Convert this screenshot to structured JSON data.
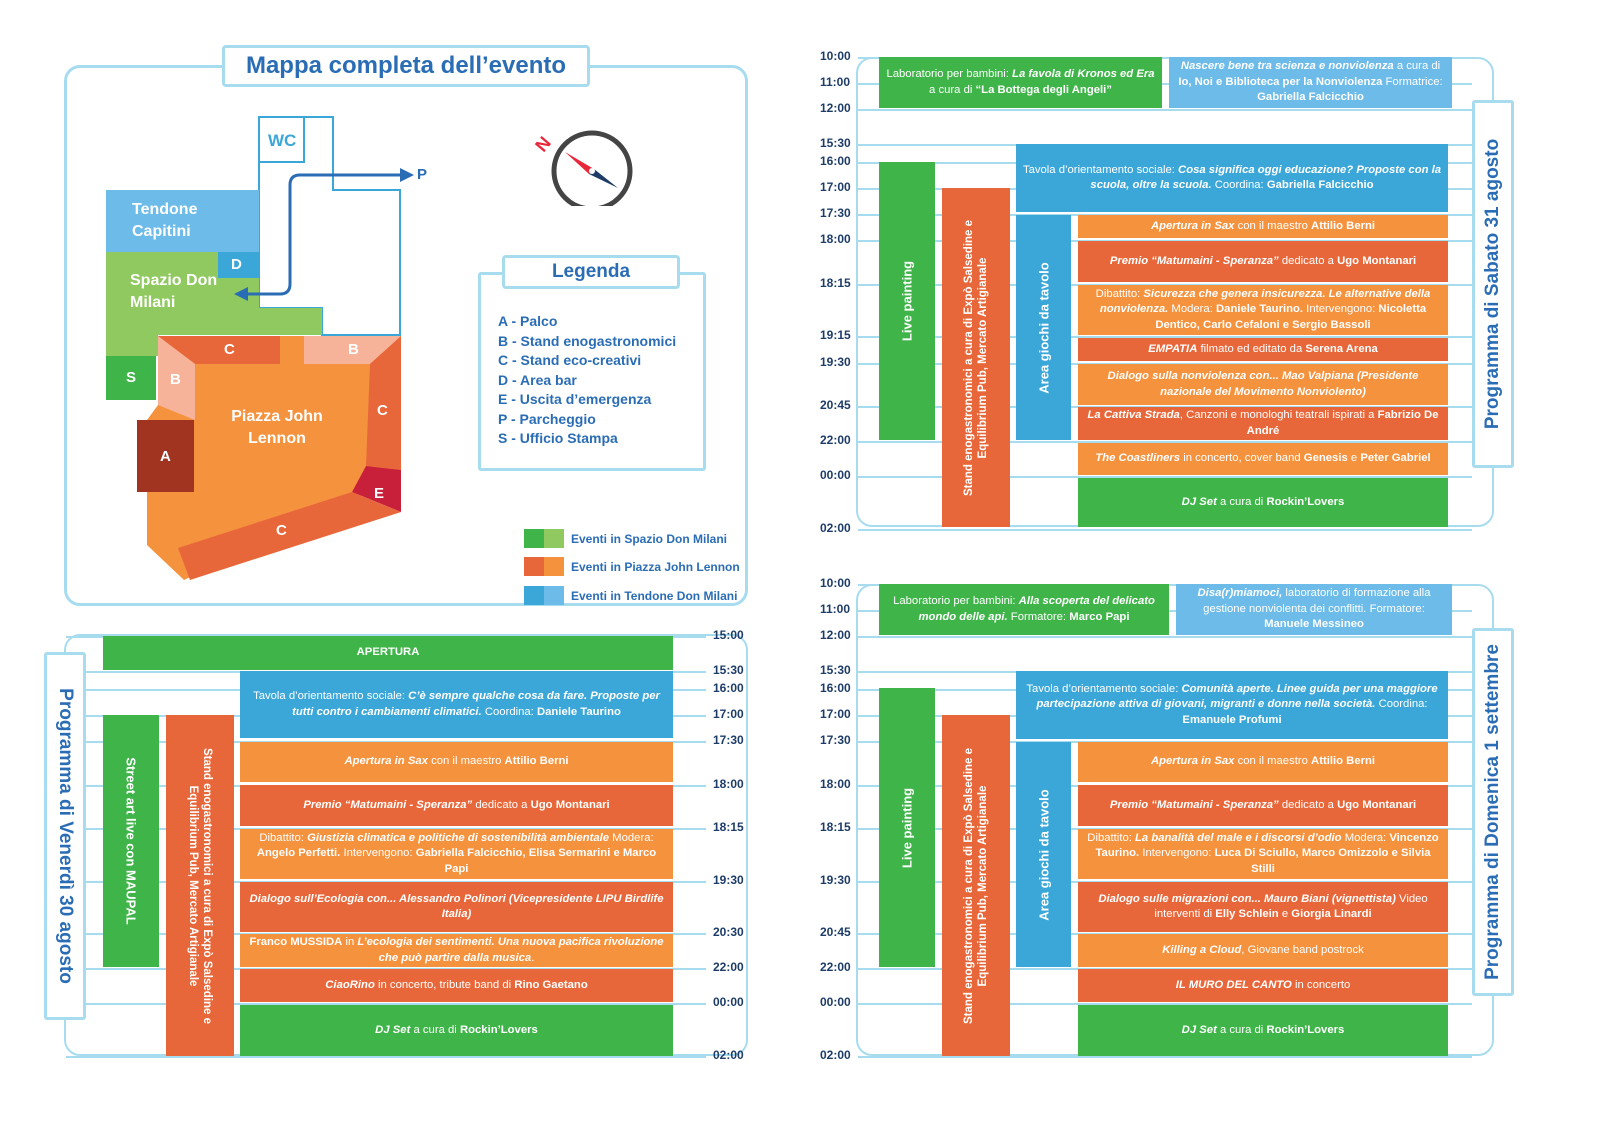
{
  "map": {
    "title": "Mappa completa dell’evento",
    "areas": {
      "tendone": "Tendone Capitini",
      "spazio": "Spazio Don Milani",
      "piazza": "Piazza John Lennon",
      "wc": "WC",
      "p": "P",
      "d": "D",
      "s": "S",
      "a": "A",
      "b": "B",
      "c": "C",
      "e": "E"
    },
    "compass": "N",
    "legend_title": "Legenda",
    "legend": [
      "A  - Palco",
      "B  - Stand enogastronomici",
      "C  - Stand eco-creativi",
      "D  - Area bar",
      "E  - Uscita d’emergenza",
      "P  - Parcheggio",
      "S  - Ufficio Stampa"
    ],
    "key": [
      "Eventi in Spazio Don Milani",
      "Eventi in Piazza John Lennon",
      "Eventi in Tendone Don Milani"
    ],
    "colors": {
      "green": "#3fb549",
      "orange": "#f5923e",
      "red": "#e8673a",
      "blue": "#3ba7d9",
      "lightblue": "#6dbbe9",
      "darkred": "#a03420",
      "crimson": "#c8203b",
      "title": "#2b6db5",
      "line": "#a7dcef"
    }
  },
  "venerdi": {
    "title": "Programma di Venerdì 30 agosto",
    "times": [
      "15:00",
      "15:30",
      "16:00",
      "17:00",
      "17:30",
      "18:00",
      "18:15",
      "19:30",
      "20:30",
      "22:00",
      "00:00",
      "02:00"
    ],
    "street_art": "Street art live con MAUPAL",
    "stand": "Stand enogastronomici a cura di Expò Salsedine e Equilibrium Pub, Mercato Artigianale",
    "apertura": "APERTURA",
    "tavola": {
      "a": "Tavola d’orientamento sociale: ",
      "b": "C’è sempre qualche cosa da fare. Proposte per tutti contro i cambiamenti climatici.",
      "c": " Coordina: ",
      "d": "Daniele Taurino"
    },
    "sax": {
      "a": "Apertura in Sax",
      "b": " con il maestro ",
      "c": "Attilio Berni"
    },
    "premio": {
      "a": "Premio “Matumaini - Speranza”",
      "b": " dedicato a ",
      "c": "Ugo Montanari"
    },
    "dibattito": {
      "a": "Dibattito: ",
      "b": "Giustizia climatica e politiche di sostenibilità ambientale",
      "c": " Modera: ",
      "d": "Angelo Perfetti.",
      "e": " Intervengono: ",
      "f": "Gabriella Falcicchio, Elisa Sermarini e Marco Papi"
    },
    "dialogo": {
      "a": "Dialogo sull’Ecologia con... Alessandro Polinori (Vicepresidente LIPU Birdlife Italia)"
    },
    "mussida": {
      "a": "Franco MUSSIDA",
      "b": " in ",
      "c": "L’ecologia dei sentimenti. Una nuova pacifica rivoluzione che può partire dalla musica",
      "d": "."
    },
    "ciao": {
      "a": "CiaoRino",
      "b": " in concerto, tribute band di ",
      "c": "Rino Gaetano"
    },
    "dj": {
      "a": "DJ Set",
      "b": " a cura di ",
      "c": "Rockin’Lovers"
    }
  },
  "sabato": {
    "title": "Programma di Sabato 31 agosto",
    "times": [
      "10:00",
      "11:00",
      "12:00",
      "15:30",
      "16:00",
      "17:00",
      "17:30",
      "18:00",
      "18:15",
      "19:15",
      "19:30",
      "20:45",
      "22:00",
      "00:00",
      "02:00"
    ],
    "lab": {
      "a": "Laboratorio per bambini: ",
      "b": "La favola di Kronos ed Era",
      "c": " a cura di ",
      "d": "“La Bottega degli Angeli”"
    },
    "nascere": {
      "a": "Nascere bene tra scienza e nonviolenza",
      "b": " a cura di ",
      "c": "Io, Noi e Biblioteca per la Nonviolenza",
      "d": " Formatrice: ",
      "e": "Gabriella Falcicchio"
    },
    "live": "Live painting",
    "stand": "Stand enogastronomici a cura di Expò Salsedine e Equilibrium Pub, Mercato Artigianale",
    "giochi": "Area giochi da tavolo",
    "tavola": {
      "a": "Tavola d’orientamento sociale: ",
      "b": "Cosa significa oggi educazione? Proposte con la scuola, oltre la scuola.",
      "c": " Coordina: ",
      "d": "Gabriella Falcicchio"
    },
    "sax": {
      "a": "Apertura in Sax",
      "b": " con il maestro ",
      "c": "Attilio Berni"
    },
    "premio": {
      "a": "Premio “Matumaini - Speranza”",
      "b": " dedicato a ",
      "c": "Ugo Montanari"
    },
    "dibattito": {
      "a": "Dibattito: ",
      "b": "Sicurezza che genera insicurezza. Le alternative della nonviolenza.",
      "c": " Modera: ",
      "d": "Daniele Taurino.",
      "e": " Intervengono: ",
      "f": "Nicoletta Dentico, Carlo Cefaloni e Sergio Bassoli"
    },
    "empatia": {
      "a": "EMPATIA",
      "b": " filmato ed editato da ",
      "c": "Serena Arena"
    },
    "dialogo": {
      "a": "Dialogo sulla nonviolenza con... Mao Valpiana (Presidente nazionale del Movimento Nonviolento)"
    },
    "cattiva": {
      "a": "La Cattiva Strada",
      "b": ", Canzoni e monologhi teatrali ispirati a ",
      "c": "Fabrizio De André"
    },
    "coast": {
      "a": "The Coastliners",
      "b": " in concerto, cover band ",
      "c": "Genesis",
      "d": " e ",
      "e": "Peter Gabriel"
    },
    "dj": {
      "a": "DJ Set",
      "b": " a cura di ",
      "c": "Rockin’Lovers"
    }
  },
  "domenica": {
    "title": "Programma di Domenica 1 settembre",
    "times": [
      "10:00",
      "11:00",
      "12:00",
      "15:30",
      "16:00",
      "17:00",
      "17:30",
      "18:00",
      "18:15",
      "19:30",
      "20:45",
      "22:00",
      "00:00",
      "02:00"
    ],
    "lab": {
      "a": "Laboratorio per bambini: ",
      "b": "Alla scoperta del delicato mondo delle api.",
      "c": " Formatore: ",
      "d": "Marco Papi"
    },
    "disa": {
      "a": "Disa(r)miamoci,",
      "b": " laboratorio di formazione alla gestione nonviolenta dei conflitti.",
      "c": " Formatore: ",
      "d": "Manuele Messineo"
    },
    "live": "Live painting",
    "stand": "Stand enogastronomici a cura di Expò Salsedine e Equilibrium Pub, Mercato Artigianale",
    "giochi": "Area giochi da tavolo",
    "tavola": {
      "a": "Tavola d’orientamento sociale: ",
      "b": "Comunità aperte. Linee guida per una maggiore partecipazione attiva di giovani, migranti e donne nella società.",
      "c": " Coordina: ",
      "d": "Emanuele Profumi"
    },
    "sax": {
      "a": "Apertura in Sax",
      "b": " con il maestro ",
      "c": "Attilio Berni"
    },
    "premio": {
      "a": "Premio “Matumaini - Speranza”",
      "b": " dedicato a ",
      "c": "Ugo Montanari"
    },
    "dibattito": {
      "a": "Dibattito: ",
      "b": "La banalità del male e i discorsi d’odio",
      "c": " Modera: ",
      "d": "Vincenzo Taurino.",
      "e": " Intervengono: ",
      "f": "Luca Di Sciullo, Marco Omizzolo e Silvia Stilli"
    },
    "dialogo": {
      "a": "Dialogo sulle migrazioni con... Mauro Biani (vignettista)",
      "b": " Video interventi di ",
      "c": "Elly Schlein",
      "d": " e ",
      "e": "Giorgia Linardi"
    },
    "killing": {
      "a": "Killing a Cloud",
      "b": ", Giovane band postrock"
    },
    "muro": {
      "a": "IL MURO DEL CANTO",
      "b": " in concerto"
    },
    "dj": {
      "a": "DJ Set",
      "b": " a cura di ",
      "c": "Rockin’Lovers"
    }
  }
}
